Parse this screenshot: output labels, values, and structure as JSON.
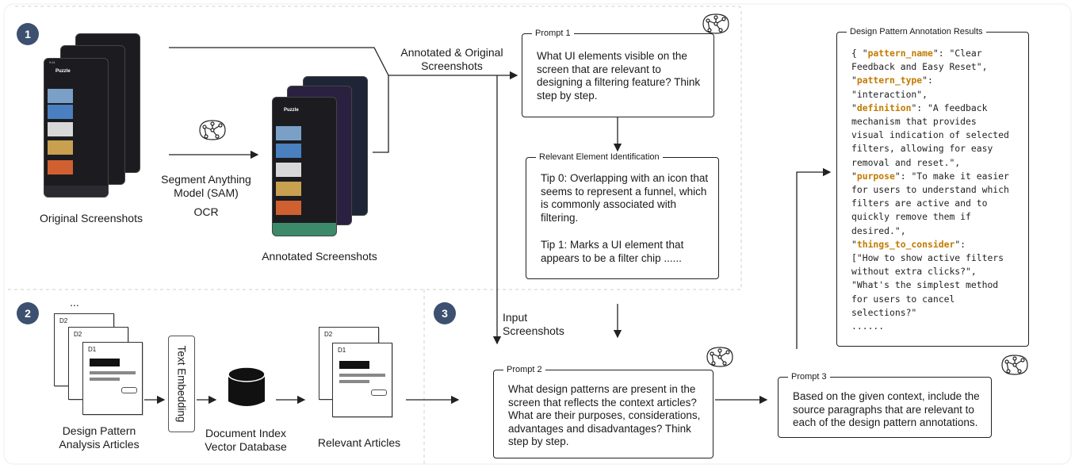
{
  "steps": [
    "1",
    "2",
    "3"
  ],
  "labels": {
    "original_screenshots": "Original Screenshots",
    "sam_line1": "Segment Anything",
    "sam_line2": "Model (SAM)",
    "ocr": "OCR",
    "annotated_screenshots": "Annotated Screenshots",
    "annotated_original_line1": "Annotated & Original",
    "annotated_original_line2": "Screenshots",
    "input_line1": "Input",
    "input_line2": "Screenshots",
    "articles_line1": "Design Pattern",
    "articles_line2": "Analysis Articles",
    "text_embedding": "Text Embedding",
    "docindex_line1": "Document Index",
    "docindex_line2": "Vector Database",
    "relevant_articles": "Relevant Articles",
    "ellipsis": "..."
  },
  "docs": {
    "d1": "D1",
    "d2": "D2"
  },
  "phone": {
    "title": "Puzzle",
    "time": "9:41"
  },
  "prompt1": {
    "title": "Prompt 1",
    "text": "What UI elements visible on the screen that are relevant to designing a filtering feature? Think step by step."
  },
  "relevant": {
    "title": "Relevant Element Identification",
    "tip0": "Tip 0:  Overlapping with an icon that seems to represent a funnel, which is commonly associated with filtering.",
    "tip1": "Tip 1: Marks a UI element that appears to be a filter chip ......"
  },
  "prompt2": {
    "title": "Prompt 2",
    "text": "What design patterns are present in the screen that reflects the context articles? What are their purposes, considerations, advantages and disadvantages? Think step by step."
  },
  "prompt3": {
    "title": "Prompt 3",
    "text": "Based on the given context, include the source paragraphs that are relevant to each of the design pattern annotations."
  },
  "results": {
    "title": "Design Pattern Annotation Results",
    "lines": [
      [
        [
          "t",
          "{ \""
        ],
        [
          "k",
          "pattern_name"
        ],
        [
          "t",
          "\": \"Clear"
        ]
      ],
      [
        [
          "t",
          "Feedback and Easy Reset\","
        ]
      ],
      [
        [
          "t",
          "\""
        ],
        [
          "k",
          "pattern_type"
        ],
        [
          "t",
          "\":"
        ]
      ],
      [
        [
          "t",
          "\"interaction\","
        ]
      ],
      [
        [
          "t",
          "\""
        ],
        [
          "k",
          "definition"
        ],
        [
          "t",
          "\": \"A feedback"
        ]
      ],
      [
        [
          "t",
          "mechanism that provides"
        ]
      ],
      [
        [
          "t",
          "visual indication of selected"
        ]
      ],
      [
        [
          "t",
          "filters, allowing for easy"
        ]
      ],
      [
        [
          "t",
          "removal and reset.\","
        ]
      ],
      [
        [
          "t",
          "\""
        ],
        [
          "k",
          "purpose"
        ],
        [
          "t",
          "\": \"To make it easier"
        ]
      ],
      [
        [
          "t",
          "for users to understand which"
        ]
      ],
      [
        [
          "t",
          "filters are active and to"
        ]
      ],
      [
        [
          "t",
          "quickly remove them if"
        ]
      ],
      [
        [
          "t",
          "desired.\","
        ]
      ],
      [
        [
          "t",
          "\""
        ],
        [
          "k",
          "things_to_consider"
        ],
        [
          "t",
          "\":"
        ]
      ],
      [
        [
          "t",
          "[\"How to show active filters"
        ]
      ],
      [
        [
          "t",
          "without extra clicks?\","
        ]
      ],
      [
        [
          "t",
          "\"What's the simplest method"
        ]
      ],
      [
        [
          "t",
          "for users to cancel"
        ]
      ],
      [
        [
          "t",
          "selections?\""
        ]
      ],
      [
        [
          "t",
          "......"
        ]
      ]
    ]
  },
  "colors": {
    "step": "#3d5070",
    "key": "#c27a00",
    "phone_dark": "#1c1c20",
    "phone_green": "#3d8a6a"
  },
  "icons": [
    "brain-network-icon",
    "database-icon"
  ]
}
